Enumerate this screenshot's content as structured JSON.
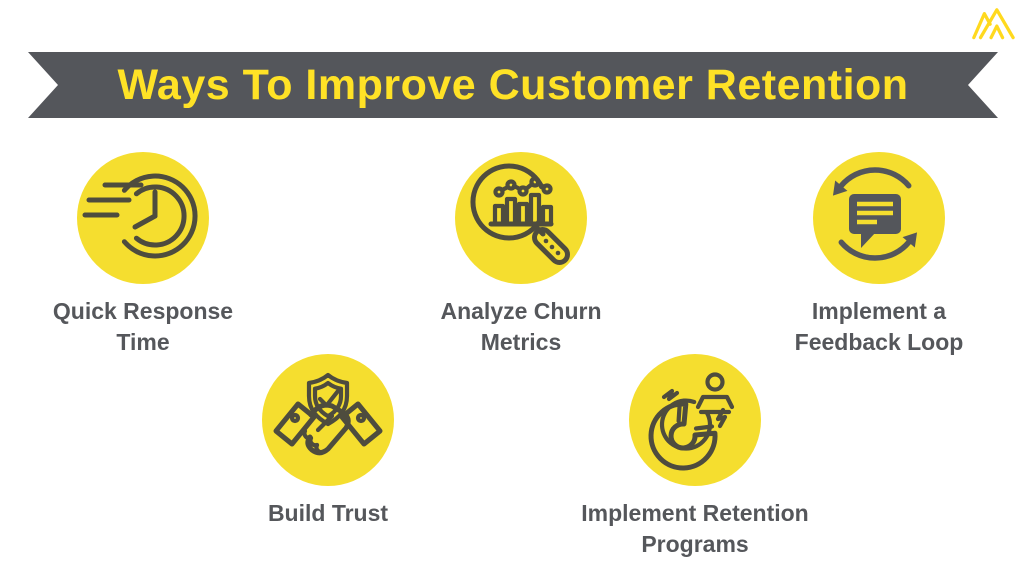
{
  "header": {
    "title": "Ways To Improve Customer Retention"
  },
  "brand": {
    "logo_name": "mountain-logo"
  },
  "items": [
    {
      "id": "quick-response-time",
      "icon": "speed-clock-icon",
      "label": "Quick Response\nTime"
    },
    {
      "id": "analyze-churn-metrics",
      "icon": "magnifier-bar-chart-icon",
      "label": "Analyze Churn\nMetrics"
    },
    {
      "id": "implement-feedback-loop",
      "icon": "chat-refresh-cycle-icon",
      "label": "Implement a\nFeedback Loop"
    },
    {
      "id": "build-trust",
      "icon": "handshake-shield-icon",
      "label": "Build Trust"
    },
    {
      "id": "implement-retention-programs",
      "icon": "magnet-person-icon",
      "label": "Implement Retention\nPrograms"
    }
  ],
  "colors": {
    "background": "#FFFFFF",
    "accent_yellow": "#F5DE2F",
    "title_yellow": "#FFE226",
    "banner_gray": "#54565B",
    "label_gray": "#55575B",
    "icon_stroke": "#4E4C3E",
    "logo_yellow": "#FFD91E"
  }
}
